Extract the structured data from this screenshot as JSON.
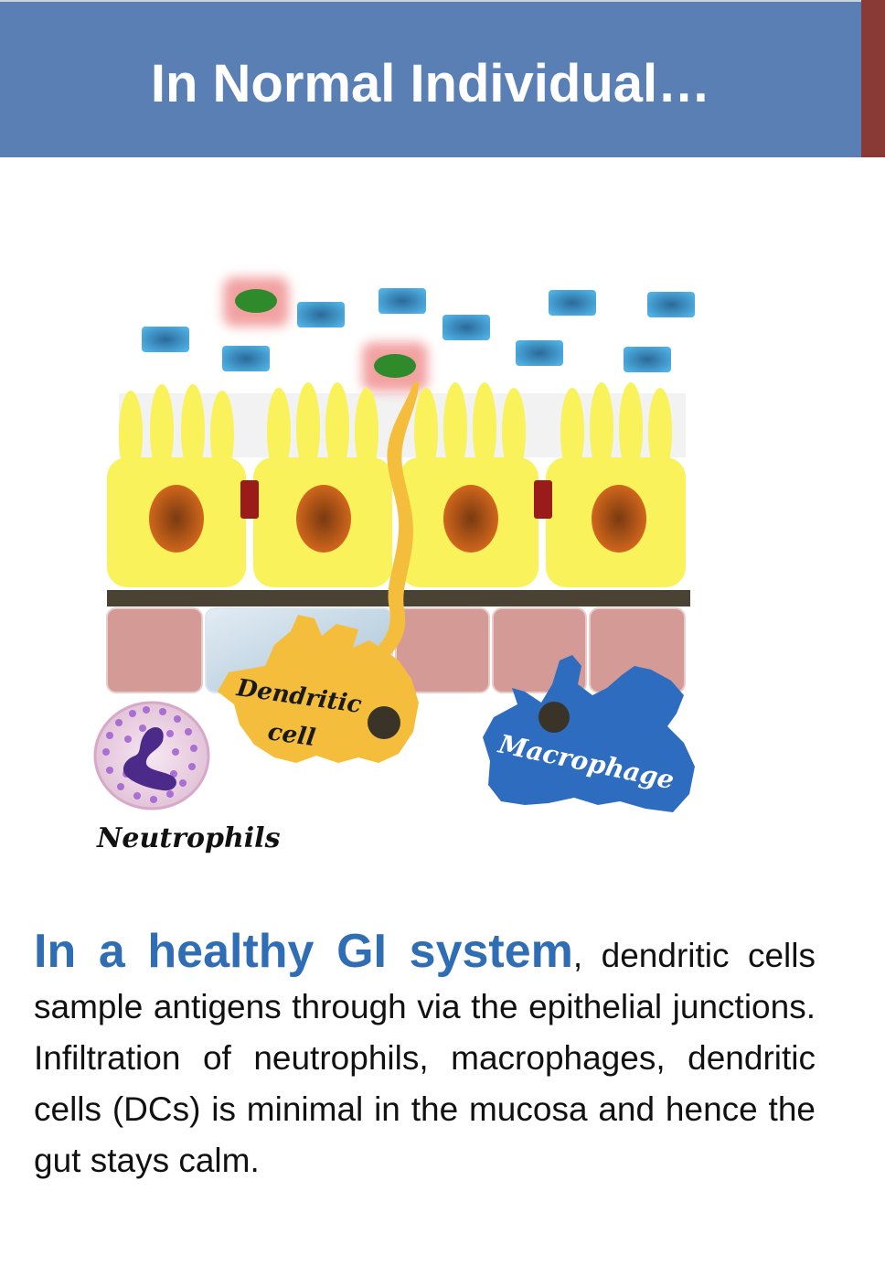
{
  "header": {
    "title": "In Normal Individual…"
  },
  "diagram": {
    "labels": {
      "dendritic_line1": "Dendritic",
      "dendritic_line2": "cell",
      "macrophage": "Macrophage",
      "neutrophils": "Neutrophils"
    },
    "colors": {
      "epithelium": "#f9f25a",
      "nucleus": "#c8641c",
      "junction": "#9a1c1a",
      "dendritic": "#f4be3c",
      "macrophage": "#2e6cc0",
      "bacteria": "#4aa8dc",
      "antigen": "#2e8a2a",
      "lamina": "#d49a96"
    }
  },
  "body": {
    "lead": "In a healthy GI system",
    "text": ", dendritic cells sample antigens through via the epithelial junctions. Infiltration of neutrophils, macrophages, dendritic cells (DCs)  is minimal in the mucosa and hence the gut stays calm."
  }
}
